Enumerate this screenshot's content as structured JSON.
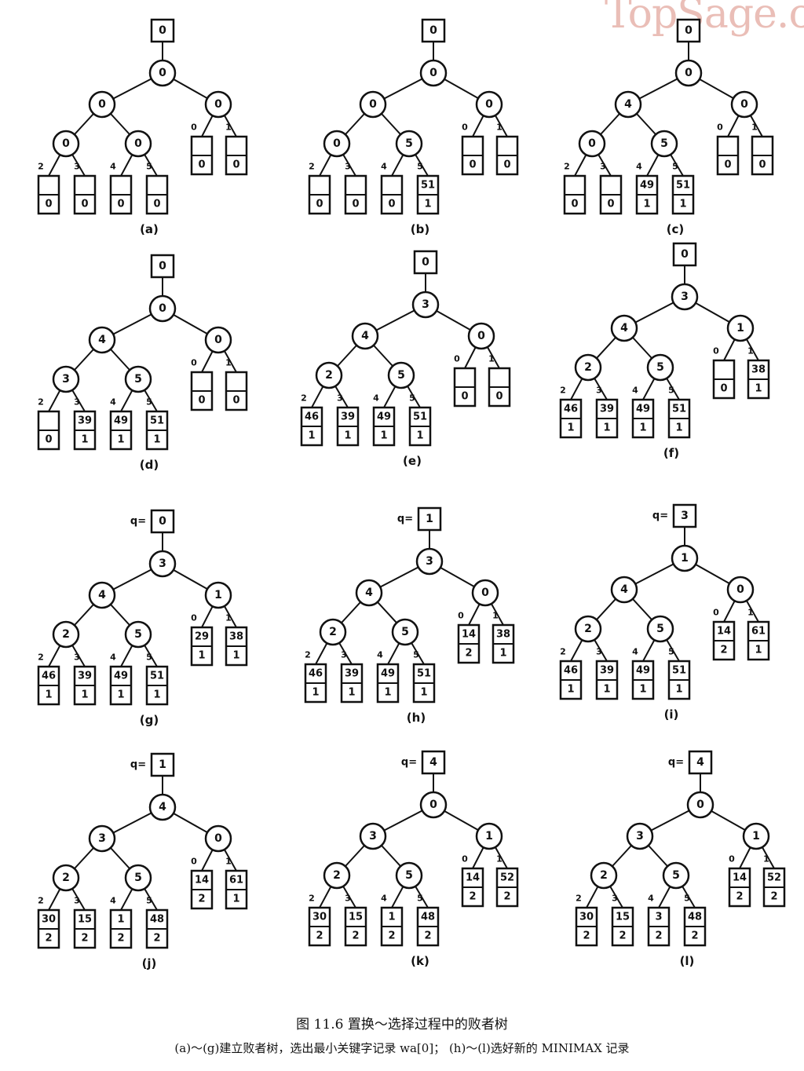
{
  "watermark": "TopSage.c",
  "caption": {
    "title": "图 11.6   置换～选择过程中的败者树",
    "subtitle": "(a)～(g)建立败者树，选出最小关键字记录 wa[0]；  (h)～(l)选好新的 MINIMAX 记录"
  },
  "q_label": "q=",
  "panels": [
    {
      "label": "(a)",
      "q": false,
      "top": "0",
      "root": "0",
      "n1": "0",
      "n2": "0",
      "n3": "0",
      "n4": "0",
      "leaves": [
        {
          "i": "2",
          "key": "",
          "run": "0"
        },
        {
          "i": "3",
          "key": "",
          "run": "0"
        },
        {
          "i": "4",
          "key": "",
          "run": "0"
        },
        {
          "i": "5",
          "key": "",
          "run": "0"
        },
        {
          "i": "0",
          "key": "",
          "run": "0"
        },
        {
          "i": "1",
          "key": "",
          "run": "0"
        }
      ]
    },
    {
      "label": "(b)",
      "q": false,
      "top": "0",
      "root": "0",
      "n1": "0",
      "n2": "0",
      "n3": "0",
      "n4": "5",
      "leaves": [
        {
          "i": "2",
          "key": "",
          "run": "0"
        },
        {
          "i": "3",
          "key": "",
          "run": "0"
        },
        {
          "i": "4",
          "key": "",
          "run": "0"
        },
        {
          "i": "5",
          "key": "51",
          "run": "1"
        },
        {
          "i": "0",
          "key": "",
          "run": "0"
        },
        {
          "i": "1",
          "key": "",
          "run": "0"
        }
      ]
    },
    {
      "label": "(c)",
      "q": false,
      "top": "0",
      "root": "0",
      "n1": "4",
      "n2": "0",
      "n3": "0",
      "n4": "5",
      "leaves": [
        {
          "i": "2",
          "key": "",
          "run": "0"
        },
        {
          "i": "3",
          "key": "",
          "run": "0"
        },
        {
          "i": "4",
          "key": "49",
          "run": "1"
        },
        {
          "i": "5",
          "key": "51",
          "run": "1"
        },
        {
          "i": "0",
          "key": "",
          "run": "0"
        },
        {
          "i": "1",
          "key": "",
          "run": "0"
        }
      ]
    },
    {
      "label": "(d)",
      "q": false,
      "top": "0",
      "root": "0",
      "n1": "4",
      "n2": "0",
      "n3": "3",
      "n4": "5",
      "leaves": [
        {
          "i": "2",
          "key": "",
          "run": "0"
        },
        {
          "i": "3",
          "key": "39",
          "run": "1"
        },
        {
          "i": "4",
          "key": "49",
          "run": "1"
        },
        {
          "i": "5",
          "key": "51",
          "run": "1"
        },
        {
          "i": "0",
          "key": "",
          "run": "0"
        },
        {
          "i": "1",
          "key": "",
          "run": "0"
        }
      ]
    },
    {
      "label": "(e)",
      "q": false,
      "top": "0",
      "root": "3",
      "n1": "4",
      "n2": "0",
      "n3": "2",
      "n4": "5",
      "leaves": [
        {
          "i": "2",
          "key": "46",
          "run": "1"
        },
        {
          "i": "3",
          "key": "39",
          "run": "1"
        },
        {
          "i": "4",
          "key": "49",
          "run": "1"
        },
        {
          "i": "5",
          "key": "51",
          "run": "1"
        },
        {
          "i": "0",
          "key": "",
          "run": "0"
        },
        {
          "i": "1",
          "key": "",
          "run": "0"
        }
      ]
    },
    {
      "label": "(f)",
      "q": false,
      "top": "0",
      "root": "3",
      "n1": "4",
      "n2": "1",
      "n3": "2",
      "n4": "5",
      "leaves": [
        {
          "i": "2",
          "key": "46",
          "run": "1"
        },
        {
          "i": "3",
          "key": "39",
          "run": "1"
        },
        {
          "i": "4",
          "key": "49",
          "run": "1"
        },
        {
          "i": "5",
          "key": "51",
          "run": "1"
        },
        {
          "i": "0",
          "key": "",
          "run": "0"
        },
        {
          "i": "1",
          "key": "38",
          "run": "1"
        }
      ]
    },
    {
      "label": "(g)",
      "q": true,
      "top": "0",
      "root": "3",
      "n1": "4",
      "n2": "1",
      "n3": "2",
      "n4": "5",
      "leaves": [
        {
          "i": "2",
          "key": "46",
          "run": "1"
        },
        {
          "i": "3",
          "key": "39",
          "run": "1"
        },
        {
          "i": "4",
          "key": "49",
          "run": "1"
        },
        {
          "i": "5",
          "key": "51",
          "run": "1"
        },
        {
          "i": "0",
          "key": "29",
          "run": "1"
        },
        {
          "i": "1",
          "key": "38",
          "run": "1"
        }
      ]
    },
    {
      "label": "(h)",
      "q": true,
      "top": "1",
      "root": "3",
      "n1": "4",
      "n2": "0",
      "n3": "2",
      "n4": "5",
      "leaves": [
        {
          "i": "2",
          "key": "46",
          "run": "1"
        },
        {
          "i": "3",
          "key": "39",
          "run": "1"
        },
        {
          "i": "4",
          "key": "49",
          "run": "1"
        },
        {
          "i": "5",
          "key": "51",
          "run": "1"
        },
        {
          "i": "0",
          "key": "14",
          "run": "2"
        },
        {
          "i": "1",
          "key": "38",
          "run": "1"
        }
      ]
    },
    {
      "label": "(i)",
      "q": true,
      "top": "3",
      "root": "1",
      "n1": "4",
      "n2": "0",
      "n3": "2",
      "n4": "5",
      "leaves": [
        {
          "i": "2",
          "key": "46",
          "run": "1"
        },
        {
          "i": "3",
          "key": "39",
          "run": "1"
        },
        {
          "i": "4",
          "key": "49",
          "run": "1"
        },
        {
          "i": "5",
          "key": "51",
          "run": "1"
        },
        {
          "i": "0",
          "key": "14",
          "run": "2"
        },
        {
          "i": "1",
          "key": "61",
          "run": "1"
        }
      ]
    },
    {
      "label": "(j)",
      "q": true,
      "top": "1",
      "root": "4",
      "n1": "3",
      "n2": "0",
      "n3": "2",
      "n4": "5",
      "leaves": [
        {
          "i": "2",
          "key": "30",
          "run": "2"
        },
        {
          "i": "3",
          "key": "15",
          "run": "2"
        },
        {
          "i": "4",
          "key": "1",
          "run": "2"
        },
        {
          "i": "5",
          "key": "48",
          "run": "2"
        },
        {
          "i": "0",
          "key": "14",
          "run": "2"
        },
        {
          "i": "1",
          "key": "61",
          "run": "1"
        }
      ]
    },
    {
      "label": "(k)",
      "q": true,
      "top": "4",
      "root": "0",
      "n1": "3",
      "n2": "1",
      "n3": "2",
      "n4": "5",
      "leaves": [
        {
          "i": "2",
          "key": "30",
          "run": "2"
        },
        {
          "i": "3",
          "key": "15",
          "run": "2"
        },
        {
          "i": "4",
          "key": "1",
          "run": "2"
        },
        {
          "i": "5",
          "key": "48",
          "run": "2"
        },
        {
          "i": "0",
          "key": "14",
          "run": "2"
        },
        {
          "i": "1",
          "key": "52",
          "run": "2"
        }
      ]
    },
    {
      "label": "(l)",
      "q": true,
      "top": "4",
      "root": "0",
      "n1": "3",
      "n2": "1",
      "n3": "2",
      "n4": "5",
      "leaves": [
        {
          "i": "2",
          "key": "30",
          "run": "2"
        },
        {
          "i": "3",
          "key": "15",
          "run": "2"
        },
        {
          "i": "4",
          "key": "3",
          "run": "2"
        },
        {
          "i": "5",
          "key": "48",
          "run": "2"
        },
        {
          "i": "0",
          "key": "14",
          "run": "2"
        },
        {
          "i": "1",
          "key": "52",
          "run": "2"
        }
      ]
    }
  ]
}
